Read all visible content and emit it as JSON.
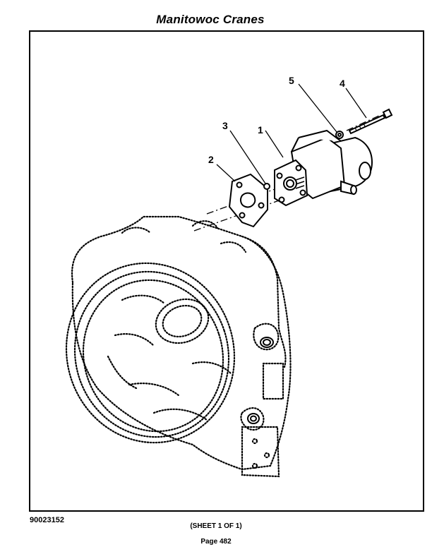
{
  "header": {
    "title": "Manitowoc Cranes"
  },
  "drawing": {
    "callouts": [
      {
        "id": "1",
        "part": "pump"
      },
      {
        "id": "2",
        "part": "gasket"
      },
      {
        "id": "3",
        "part": "washer"
      },
      {
        "id": "4",
        "part": "bolt"
      },
      {
        "id": "5",
        "part": "lock-washer"
      }
    ]
  },
  "footer": {
    "drawing_number": "90023152",
    "sheet": "(SHEET 1 OF 1)",
    "page": "Page 482"
  }
}
